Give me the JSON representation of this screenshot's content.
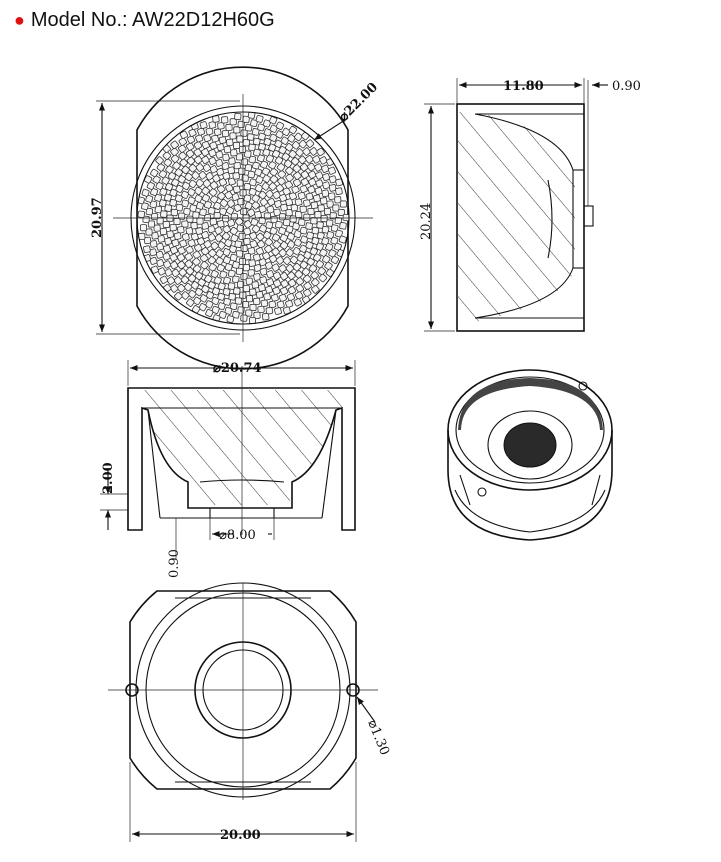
{
  "header": {
    "bullet_color": "#e01010",
    "model_label": "Model No.:",
    "model_value": "AW22D12H60G"
  },
  "dimensions": {
    "top_diameter": "⌀22.00",
    "top_height": "20.97",
    "side_width": "11.80",
    "side_offset": "0.90",
    "side_height": "20.24",
    "section_diameter": "⌀20.74",
    "section_height": "2.00",
    "section_small": "0.90",
    "section_bore": "⌀8.00",
    "bottom_hole": "⌀1.30",
    "bottom_width": "20.00"
  }
}
